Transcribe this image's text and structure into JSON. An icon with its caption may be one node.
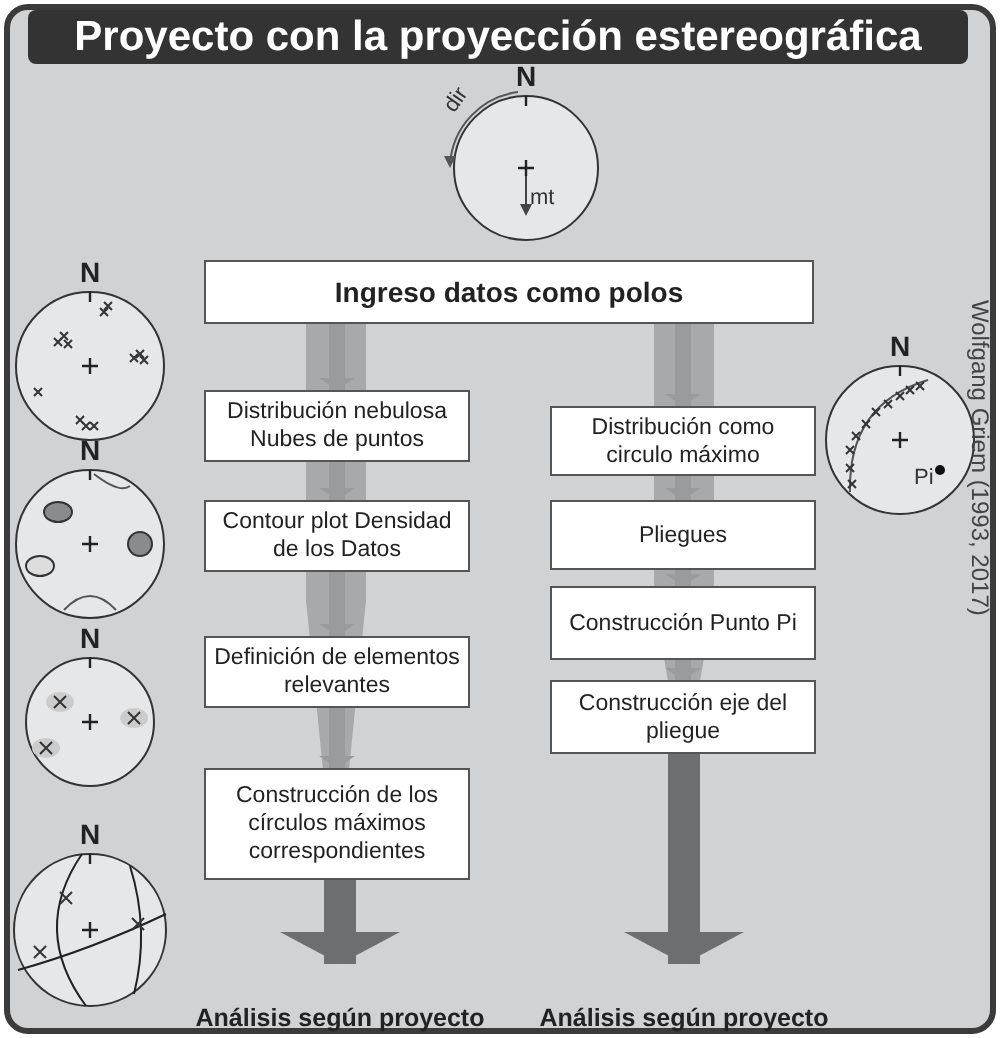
{
  "diagram": {
    "title": "Proyecto con la proyección estereográfica",
    "nodes": [
      {
        "text": [
          "Ingreso datos como polos"
        ]
      },
      {
        "text": [
          "Distribución nebulosa Nubes de puntos"
        ]
      },
      {
        "text": [
          "Contour plot Densidad de los Datos"
        ]
      },
      {
        "text": [
          "Definición de elementos relevantes"
        ]
      },
      {
        "text": [
          "Construcción de los círculos máximos correspondientes"
        ]
      },
      {
        "text": [
          "Análisis según proyecto"
        ]
      },
      {
        "text": [
          "Distribución como circulo máximo"
        ]
      },
      {
        "text": [
          "Pliegues"
        ]
      },
      {
        "text": [
          "Construcción Punto Pi"
        ]
      },
      {
        "text": [
          "Construcción eje del pliegue"
        ]
      },
      {
        "text": [
          "Análisis según proyecto"
        ]
      }
    ],
    "edges": [
      {
        "from": 0,
        "to": 1,
        "arrow": "to"
      },
      {
        "from": 1,
        "to": 2,
        "arrow": "to"
      },
      {
        "from": 2,
        "to": 3,
        "arrow": "to"
      },
      {
        "from": 3,
        "to": 4,
        "arrow": "to"
      },
      {
        "from": 4,
        "to": 5,
        "arrow": "to",
        "style": "thick",
        "color": "#6d6e70"
      },
      {
        "from": 0,
        "to": 6,
        "arrow": "to"
      },
      {
        "from": 6,
        "to": 7,
        "arrow": "to"
      },
      {
        "from": 7,
        "to": 8,
        "arrow": "to"
      },
      {
        "from": 8,
        "to": 9,
        "arrow": "to"
      },
      {
        "from": 9,
        "to": 10,
        "arrow": "to",
        "style": "thick",
        "color": "#6d6e70"
      }
    ],
    "labels": [
      "N",
      "dir",
      "mt",
      "N",
      "N",
      "Pi",
      "N",
      "N",
      "N",
      "Wolfgang Griem (1993, 2017)"
    ]
  }
}
